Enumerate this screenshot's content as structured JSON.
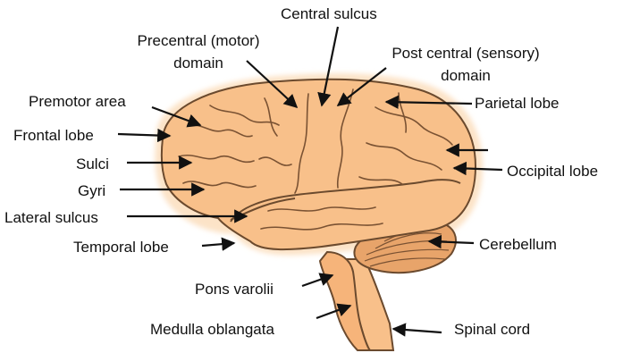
{
  "colors": {
    "brain_fill": "#F8C08A",
    "brain_glow": "#FCE3C7",
    "outline": "#6B4A2E",
    "arrow": "#111111",
    "text": "#111111"
  },
  "labels": {
    "central_sulcus": "Central sulcus",
    "precentral_line1": "Precentral (motor)",
    "precentral_line2": "domain",
    "postcentral_line1": "Post central (sensory)",
    "postcentral_line2": "domain",
    "premotor_area": "Premotor area",
    "parietal_lobe": "Parietal lobe",
    "frontal_lobe": "Frontal lobe",
    "sulci": "Sulci",
    "gyri": "Gyri",
    "occipital_lobe": "Occipital lobe",
    "lateral_sulcus": "Lateral sulcus",
    "temporal_lobe": "Temporal lobe",
    "cerebellum": "Cerebellum",
    "pons_varolii": "Pons varolii",
    "medulla_oblangata": "Medulla oblangata",
    "spinal_cord": "Spinal cord"
  }
}
